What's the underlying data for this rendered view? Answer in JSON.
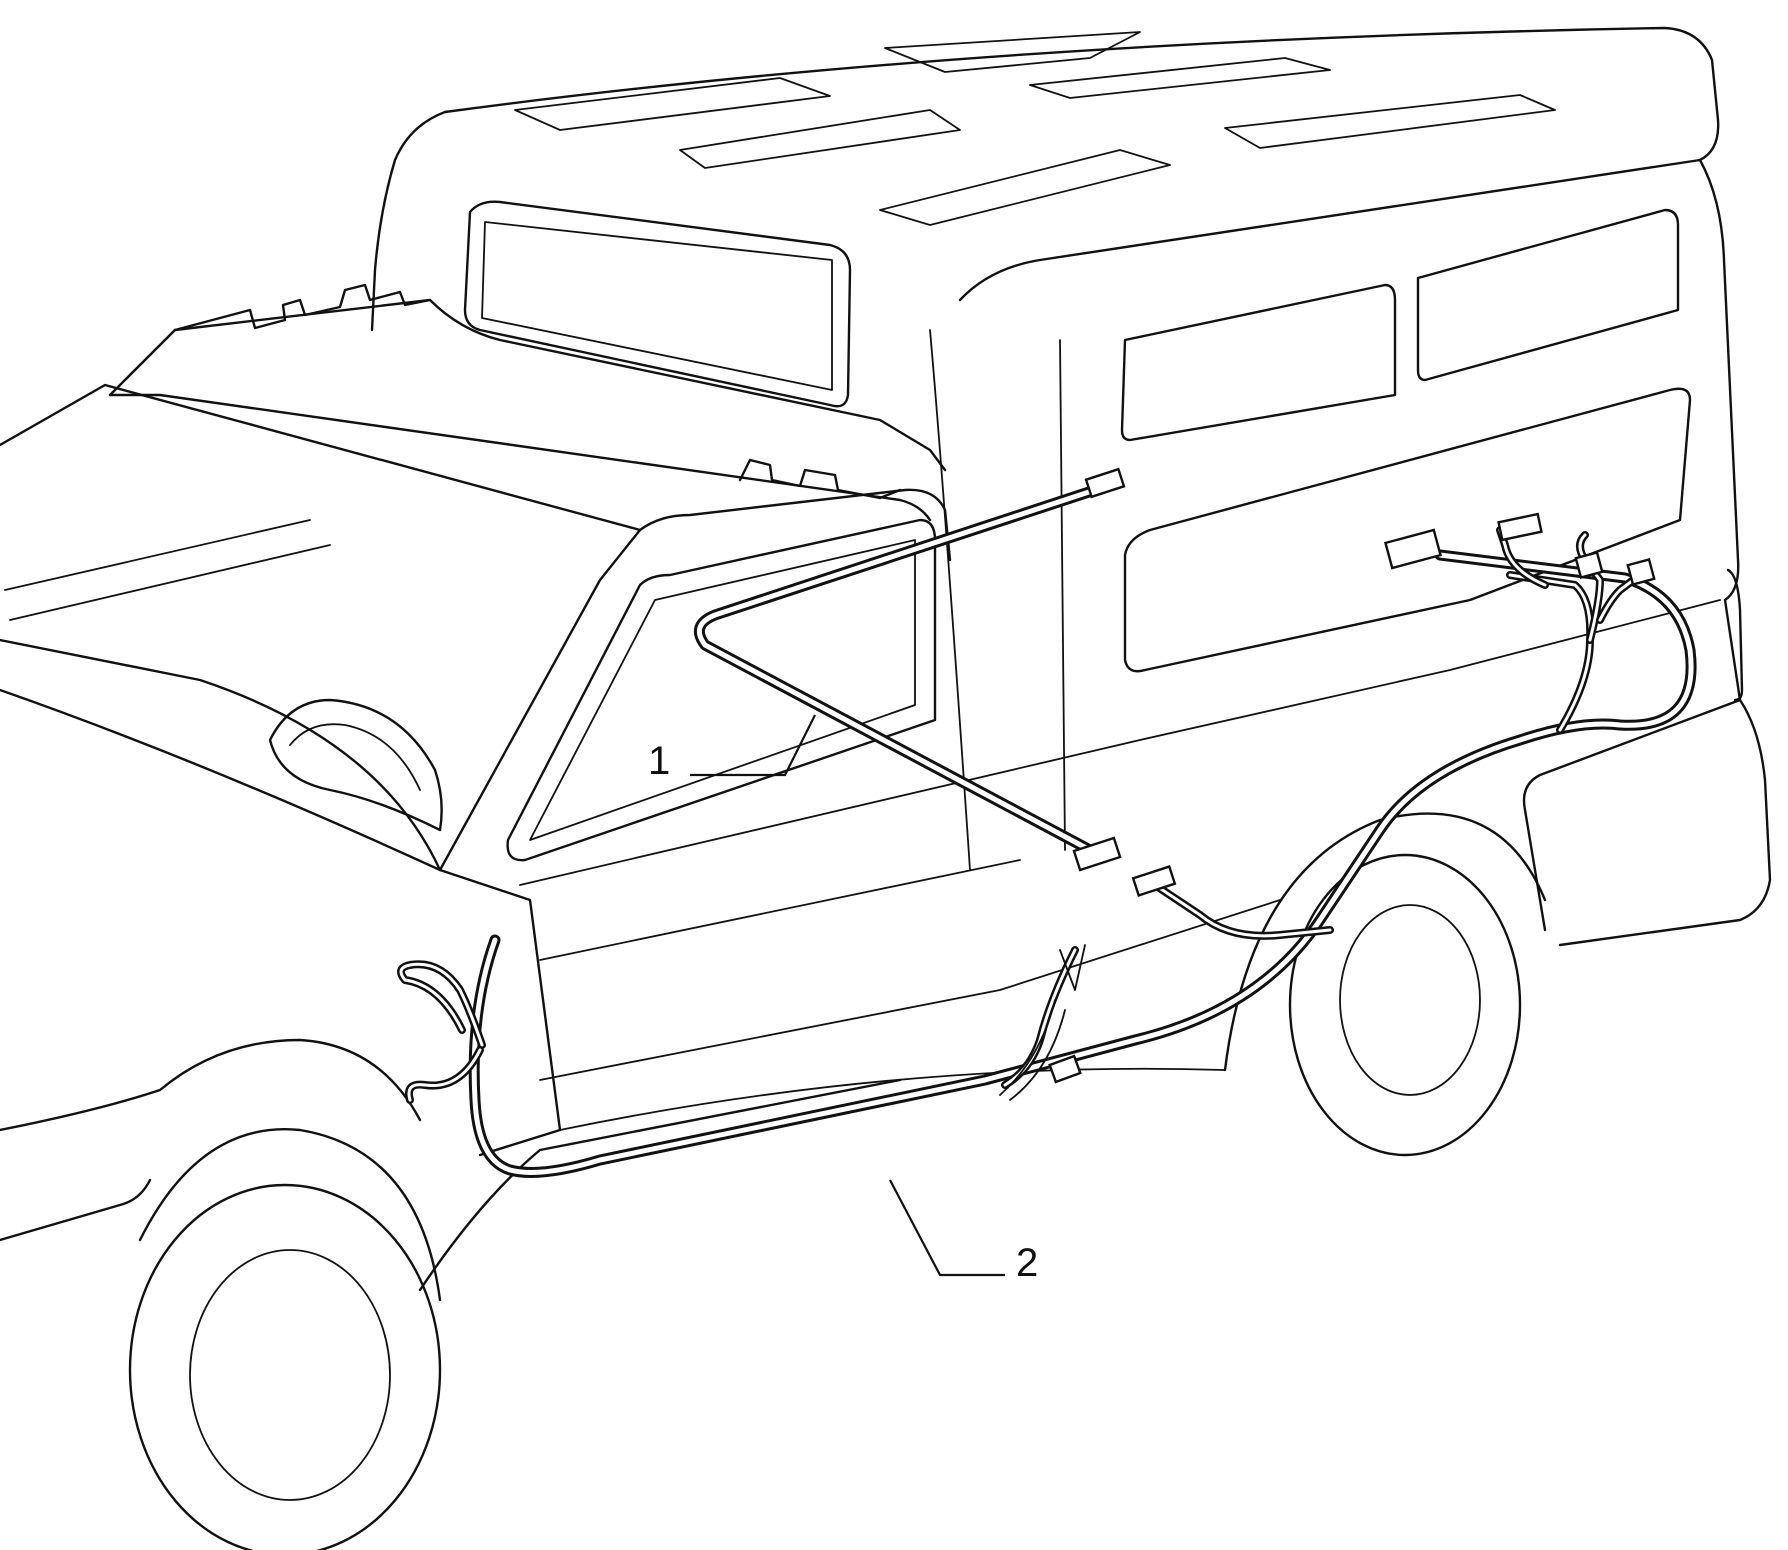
{
  "callouts": [
    {
      "id": "1",
      "label": "1"
    },
    {
      "id": "2",
      "label": "2"
    }
  ],
  "colors": {
    "ink": "#111111",
    "paper": "#ffffff"
  }
}
